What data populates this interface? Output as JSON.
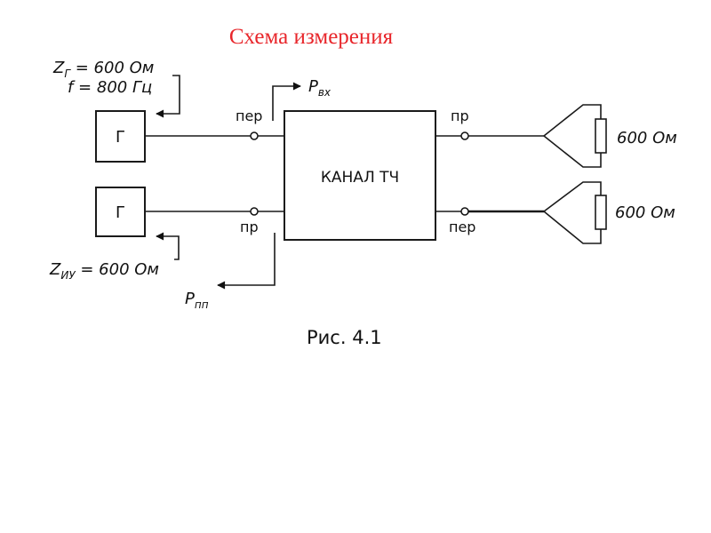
{
  "title": "Схема измерения",
  "generators": {
    "top_label": "Г",
    "bottom_label": "Г"
  },
  "channel_label": "КАНАЛ ТЧ",
  "port_labels": {
    "left_top": "пер",
    "left_bottom": "пр",
    "right_top": "пр",
    "right_bottom": "пер"
  },
  "generator_params": {
    "z_prefix": "Z",
    "z_sub": "Г",
    "z_value": " = 600 Ом",
    "freq": "f = 800 Гц"
  },
  "meter_params": {
    "z_prefix": "Z",
    "z_sub": "ИУ",
    "z_value": " = 600 Ом"
  },
  "power_in": {
    "symbol": "P",
    "sub": "вх"
  },
  "power_noise": {
    "symbol": "P",
    "sub": "пп"
  },
  "loads": {
    "top": "600 Ом",
    "bottom": "600 Ом"
  },
  "caption": "Рис. 4.1"
}
